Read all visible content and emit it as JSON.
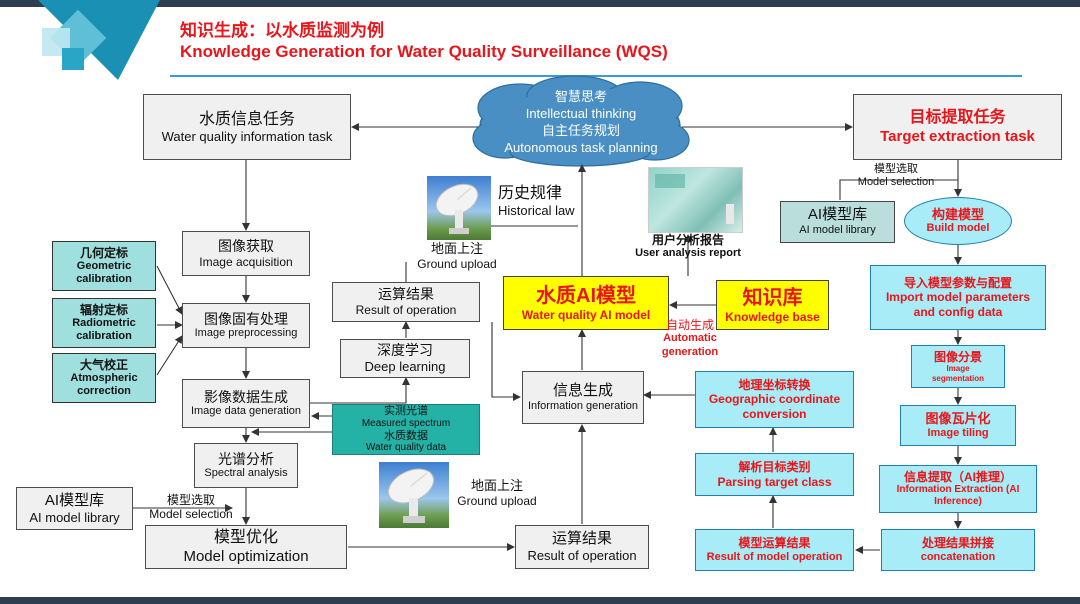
{
  "title": {
    "zh": "知识生成：以水质监测为例",
    "en": "Knowledge Generation for Water Quality Surveillance (WQS)"
  },
  "cloud": {
    "line1": "智慧思考",
    "line2": "Intellectual thinking",
    "line3": "自主任务规划",
    "line4": "Autonomous task planning"
  },
  "left": {
    "task": {
      "zh": "水质信息任务",
      "en": "Water quality information task"
    },
    "acquisition": {
      "zh": "图像获取",
      "en": "Image acquisition"
    },
    "preprocessing": {
      "zh": "图像固有处理",
      "en": "Image preprocessing"
    },
    "datagen": {
      "zh": "影像数据生成",
      "en": "Image data generation"
    },
    "spectral": {
      "zh": "光谱分析",
      "en": "Spectral analysis"
    },
    "model_opt": {
      "zh": "模型优化",
      "en": "Model optimization"
    },
    "ai_lib": {
      "zh": "AI模型库",
      "en": "AI model library"
    },
    "model_sel": {
      "zh": "模型选取",
      "en": "Model selection"
    },
    "geo": {
      "zh": "几何定标",
      "en": "Geometric calibration"
    },
    "rad": {
      "zh": "辐射定标",
      "en": "Radiometric calibration"
    },
    "atm": {
      "zh": "大气校正",
      "en": "Atmospheric correction"
    }
  },
  "middle": {
    "result_top": {
      "zh": "运算结果",
      "en": "Result of operation"
    },
    "deep": {
      "zh": "深度学习",
      "en": "Deep learning"
    },
    "measured": {
      "zh1": "实测光谱",
      "en1": "Measured spectrum",
      "zh2": "水质数据",
      "en2": "Water quality data"
    },
    "info_gen": {
      "zh": "信息生成",
      "en": "Information generation"
    },
    "result_bottom": {
      "zh": "运算结果",
      "en": "Result of operation"
    },
    "ground_top": {
      "zh": "地面上注",
      "en": "Ground upload"
    },
    "ground_bottom": {
      "zh": "地面上注",
      "en": "Ground upload"
    },
    "history": {
      "zh": "历史规律",
      "en": "Historical law"
    },
    "user_report": {
      "zh": "用户分析报告",
      "en": "User analysis report"
    },
    "wq_model": {
      "zh": "水质AI模型",
      "en": "Water quality AI model"
    },
    "kb": {
      "zh": "知识库",
      "en": "Knowledge base"
    },
    "auto_gen": {
      "zh": "自动生成",
      "en": "Automatic generation"
    }
  },
  "right": {
    "target": {
      "zh": "目标提取任务",
      "en": "Target extraction task"
    },
    "model_sel": {
      "zh": "模型选取",
      "en": "Model selection"
    },
    "ai_lib": {
      "zh": "AI模型库",
      "en": "AI model library"
    },
    "build": {
      "zh": "构建模型",
      "en": "Build model"
    },
    "import": {
      "zh": "导入模型参数与配置",
      "en": "Import model parameters and config data"
    },
    "segmentation": {
      "zh": "图像分景",
      "en": "Image segmentation"
    },
    "tiling": {
      "zh": "图像瓦片化",
      "en": "Image tiling"
    },
    "extraction": {
      "zh": "信息提取（AI推理）",
      "en": "Information Extraction (AI Inference)"
    },
    "concat": {
      "zh": "处理结果拼接",
      "en": "concatenation"
    },
    "model_result": {
      "zh": "模型运算结果",
      "en": "Result of model operation"
    },
    "parsing": {
      "zh": "解析目标类别",
      "en": "Parsing target class"
    },
    "geo_conv": {
      "zh": "地理坐标转换",
      "en": "Geographic coordinate conversion"
    }
  },
  "colors": {
    "red": "#e8161b",
    "cyan_fill": "#a7ecf7",
    "teal_fill": "#9fe0df",
    "yellow": "#ffff00",
    "cloud": "#4a8fc4"
  }
}
